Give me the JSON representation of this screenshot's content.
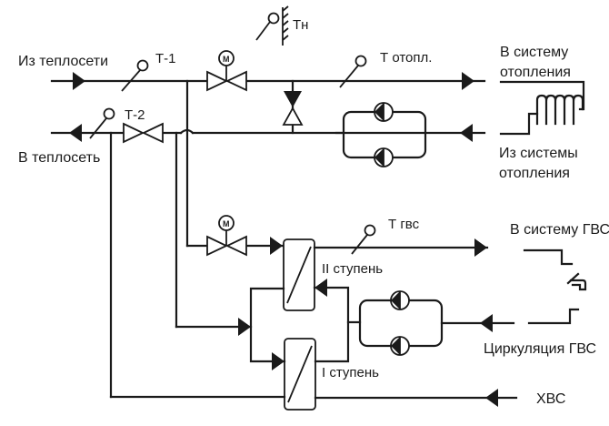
{
  "diagram": {
    "type": "heating-substation-schematic",
    "labels": {
      "from_network": "Из теплосети",
      "to_network": "В теплосеть",
      "t1": "Т-1",
      "t2": "Т-2",
      "tn": "Тн",
      "t_heating": "Т отопл.",
      "to_heating_line1": "В систему",
      "to_heating_line2": "отопления",
      "from_heating_line1": "Из системы",
      "from_heating_line2": "отопления",
      "t_dhw": "Т гвс",
      "to_dhw": "В систему ГВС",
      "stage2": "II ступень",
      "stage1": "I ступень",
      "dhw_circulation": "Циркуляция ГВС",
      "cold_water": "ХВС",
      "motor_symbol": "M"
    },
    "components": [
      {
        "id": "supply-line",
        "kind": "pipe",
        "label": "Из теплосети"
      },
      {
        "id": "return-line",
        "kind": "pipe",
        "label": "В теплосеть"
      },
      {
        "id": "sensor-t1",
        "kind": "temperature-sensor",
        "label": "Т-1"
      },
      {
        "id": "sensor-t2",
        "kind": "temperature-sensor",
        "label": "Т-2"
      },
      {
        "id": "sensor-tn",
        "kind": "outdoor-temperature-sensor",
        "label": "Тн"
      },
      {
        "id": "valve-return",
        "kind": "gate-valve"
      },
      {
        "id": "motor-valve-heating",
        "kind": "motorized-valve"
      },
      {
        "id": "check-valve-bypass",
        "kind": "check-valve"
      },
      {
        "id": "sensor-t-heating",
        "kind": "temperature-sensor",
        "label": "Т отопл."
      },
      {
        "id": "heating-pumps",
        "kind": "pump-pair"
      },
      {
        "id": "radiator",
        "kind": "heating-device"
      },
      {
        "id": "motor-valve-dhw",
        "kind": "motorized-valve"
      },
      {
        "id": "sensor-t-dhw",
        "kind": "temperature-sensor",
        "label": "Т гвс"
      },
      {
        "id": "heat-exchanger-stage2",
        "kind": "heat-exchanger",
        "label": "II ступень"
      },
      {
        "id": "heat-exchanger-stage1",
        "kind": "heat-exchanger",
        "label": "I ступень"
      },
      {
        "id": "dhw-circulation-pumps",
        "kind": "pump-pair"
      },
      {
        "id": "tap",
        "kind": "water-tap"
      }
    ],
    "colors": {
      "ink": "#1a1a1a",
      "background": "#ffffff"
    }
  }
}
